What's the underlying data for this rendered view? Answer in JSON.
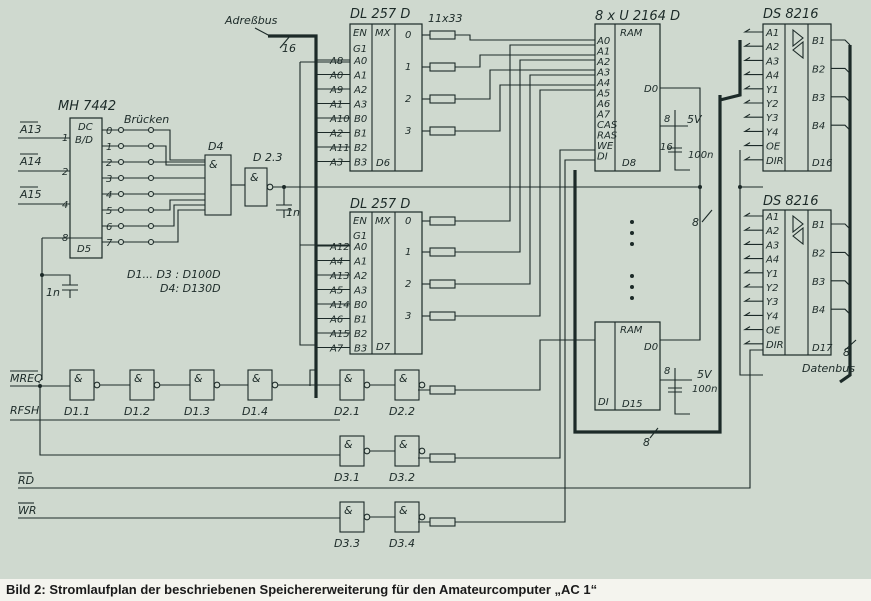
{
  "caption": "Bild 2: Stromlaufplan der beschriebenen Speichererweiterung für den Amateurcomputer „AC 1“",
  "labels": {
    "adressbus": "Adreßbus",
    "datenbus": "Datenbus",
    "bruecken": "Brücken",
    "resistors": "11x33",
    "ram_array": "8 x U 2164 D",
    "bus_width_16": "16",
    "bus_width_8": "8",
    "note_d1_d3": "D1... D3 : D100D",
    "note_d4": "D4: D130D",
    "vcc": "5V",
    "cap_100n": "100n",
    "cap_1n": "1n"
  },
  "signals": [
    "A13",
    "A14",
    "A15",
    "MREQ",
    "RFSH",
    "RD",
    "WR"
  ],
  "chips": {
    "mh7442": {
      "name": "MH 7442",
      "func": "DC",
      "func2": "B/D",
      "ref": "D5",
      "inputs": [
        "1",
        "2",
        "4",
        "8"
      ],
      "outputs": [
        "0",
        "1",
        "2",
        "3",
        "4",
        "5",
        "6",
        "7"
      ]
    },
    "dl257_top": {
      "name": "DL 257 D",
      "ref": "D6",
      "en": "EN",
      "mx": "MX",
      "g": "G1",
      "ext": [
        "A8",
        "A0",
        "A9",
        "A1",
        "A10",
        "A2",
        "A11",
        "A3"
      ],
      "pins": [
        "A0",
        "A1",
        "A2",
        "A3",
        "B0",
        "B1",
        "B2",
        "B3"
      ],
      "outs": [
        "0",
        "1",
        "2",
        "3"
      ]
    },
    "dl257_bot": {
      "name": "DL 257 D",
      "ref": "D7",
      "en": "EN",
      "mx": "MX",
      "g": "G1",
      "ext": [
        "A12",
        "A4",
        "A13",
        "A5",
        "A14",
        "A6",
        "A15",
        "A7"
      ],
      "pins": [
        "A0",
        "A1",
        "A2",
        "A3",
        "B0",
        "B1",
        "B2",
        "B3"
      ],
      "outs": [
        "0",
        "1",
        "2",
        "3"
      ]
    },
    "ram": {
      "type": "RAM",
      "ref": "D8",
      "ref2": "D15",
      "pins": [
        "A0",
        "A1",
        "A2",
        "A3",
        "A4",
        "A5",
        "A6",
        "A7",
        "CAS",
        "RAS",
        "WE",
        "DI"
      ],
      "dout": "D0"
    },
    "ds8216_top": {
      "name": "DS 8216",
      "ref": "D16",
      "left": [
        "A1",
        "A2",
        "A3",
        "A4",
        "Y1",
        "Y2",
        "Y3",
        "Y4",
        "OE",
        "DIR"
      ],
      "right": [
        "B1",
        "B2",
        "B3",
        "B4"
      ]
    },
    "ds8216_bot": {
      "name": "DS 8216",
      "ref": "D17",
      "left": [
        "A1",
        "A2",
        "A3",
        "A4",
        "Y1",
        "Y2",
        "Y3",
        "Y4",
        "OE",
        "DIR"
      ],
      "right": [
        "B1",
        "B2",
        "B3",
        "B4"
      ]
    }
  },
  "gates": {
    "symbol": "&",
    "d4": "D4",
    "d23": "D 2.3",
    "row1": [
      "D1.1",
      "D1.2",
      "D1.3",
      "D1.4",
      "D2.1",
      "D2.2"
    ],
    "row2": [
      "D3.1",
      "D3.2"
    ],
    "row3": [
      "D3.3",
      "D3.4"
    ]
  }
}
